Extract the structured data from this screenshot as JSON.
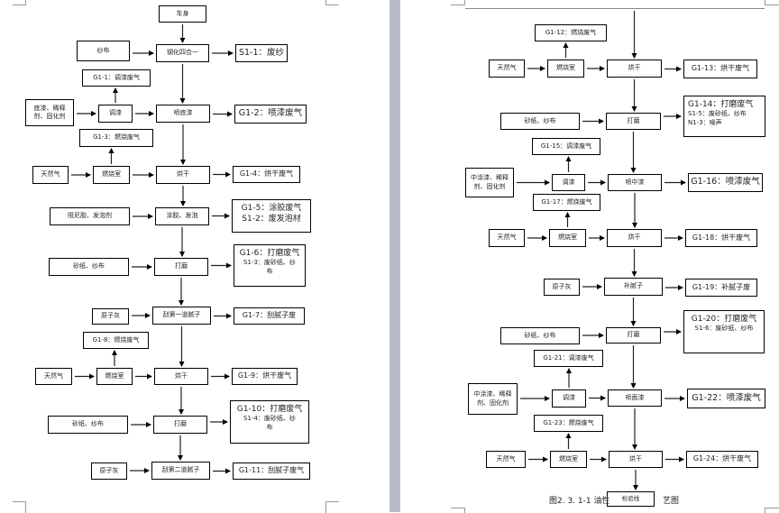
{
  "document": {
    "figure_caption_left": "图2. 3. 1-1 油性",
    "figure_caption_right": "艺图"
  },
  "left_page": {
    "main": [
      "车身",
      "钢化四合一",
      "喷底漆",
      "烘干",
      "涂胶、发泡",
      "打磨",
      "刮第一道腻子",
      "烘干",
      "打磨",
      "刮第二道腻子"
    ],
    "inputs": [
      "纱布",
      "底漆、稀释剂、固化剂",
      "天然气",
      "燃烧室",
      "阻尼胶、发泡剂",
      "砂纸、纱布",
      "原子灰",
      "天然气",
      "燃烧室",
      "砂纸、纱布",
      "原子灰",
      "调漆"
    ],
    "outputs": {
      "s1_1": "S1-1：废纱",
      "g1_1": "G1-1：调漆废气",
      "g1_2": "G1-2：喷漆废气",
      "g1_3": "G1-3：燃烧废气",
      "g1_4": "G1-4：烘干废气",
      "g1_5_line1": "G1-5：涂胶废气",
      "g1_5_line2": "S1-2：废发泡材",
      "g1_6_line1": "G1-6：打磨废气",
      "g1_6_line2": "S1-3：废砂纸、纱布",
      "g1_7": "G1-7：刮腻子废",
      "g1_8": "G1-8：燃烧废气",
      "g1_9": "G1-9：烘干废气",
      "g1_10_line1": "G1-10：打磨废气",
      "g1_10_line2": "S1-4：废砂纸、纱布",
      "g1_11": "G1-11：刮腻子废气"
    }
  },
  "right_page": {
    "main": [
      "烘干",
      "打磨",
      "喷中漆",
      "烘干",
      "补腻子",
      "打磨",
      "喷面漆",
      "烘干",
      "检验线"
    ],
    "inputs": [
      "天然气",
      "燃烧室",
      "砂纸、纱布",
      "中涂漆、稀释剂、固化剂",
      "调漆",
      "天然气",
      "燃烧室",
      "原子灰",
      "砂纸、纱布",
      "中涂漆、稀释剂、固化剂",
      "调漆",
      "天然气",
      "燃烧室"
    ],
    "outputs": {
      "g1_12": "G1-12：燃烧废气",
      "g1_13": "G1-13：烘干废气",
      "g1_14_line1": "G1-14：打磨废气",
      "g1_14_line2": "S1-5：废砂纸、纱布",
      "g1_14_line3": "N1-3：噪声",
      "g1_15": "G1-15：调漆废气",
      "g1_16": "G1-16：喷漆废气",
      "g1_17": "G1-17：燃烧废气",
      "g1_18": "G1-18：烘干废气",
      "g1_19": "G1-19：补腻子废",
      "g1_20_line1": "G1-20：打磨废气",
      "g1_20_line2": "S1-6：废砂纸、纱布",
      "g1_21": "G1-21：调漆废气",
      "g1_22": "G1-22：喷漆废气",
      "g1_23": "G1-23：燃烧废气",
      "g1_24": "G1-24：烘干废气"
    }
  }
}
